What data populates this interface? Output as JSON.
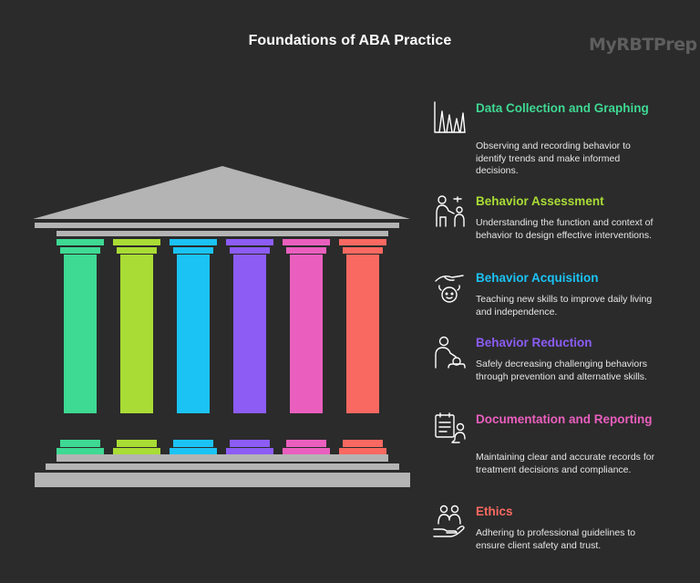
{
  "title": "Foundations of ABA Practice",
  "watermark": "MyRBTPrep",
  "colors": {
    "background": "#2b2b2b",
    "stone": "#b4b4b4"
  },
  "items": [
    {
      "heading": "Data Collection and Graphing",
      "description": "Observing and recording behavior to identify trends and make informed decisions.",
      "color": "#3ed993",
      "icon": "bar-graph-icon"
    },
    {
      "heading": "Behavior Assessment",
      "description": "Understanding the function and context of behavior to design effective interventions.",
      "color": "#a9dc35",
      "icon": "assessment-icon"
    },
    {
      "heading": "Behavior Acquisition",
      "description": "Teaching new skills to improve daily living and independence.",
      "color": "#1bc3f5",
      "icon": "teaching-hand-icon"
    },
    {
      "heading": "Behavior Reduction",
      "description": "Safely decreasing challenging behaviors through prevention and alternative skills.",
      "color": "#8c5cf5",
      "icon": "reduction-icon"
    },
    {
      "heading": "Documentation and Reporting",
      "description": "Maintaining clear and accurate records for treatment decisions and compliance.",
      "color": "#ea5fbe",
      "icon": "clipboard-icon"
    },
    {
      "heading": "Ethics",
      "description": "Adhering to professional guidelines to ensure client safety and trust.",
      "color": "#fa6961",
      "icon": "care-hand-icon"
    }
  ]
}
